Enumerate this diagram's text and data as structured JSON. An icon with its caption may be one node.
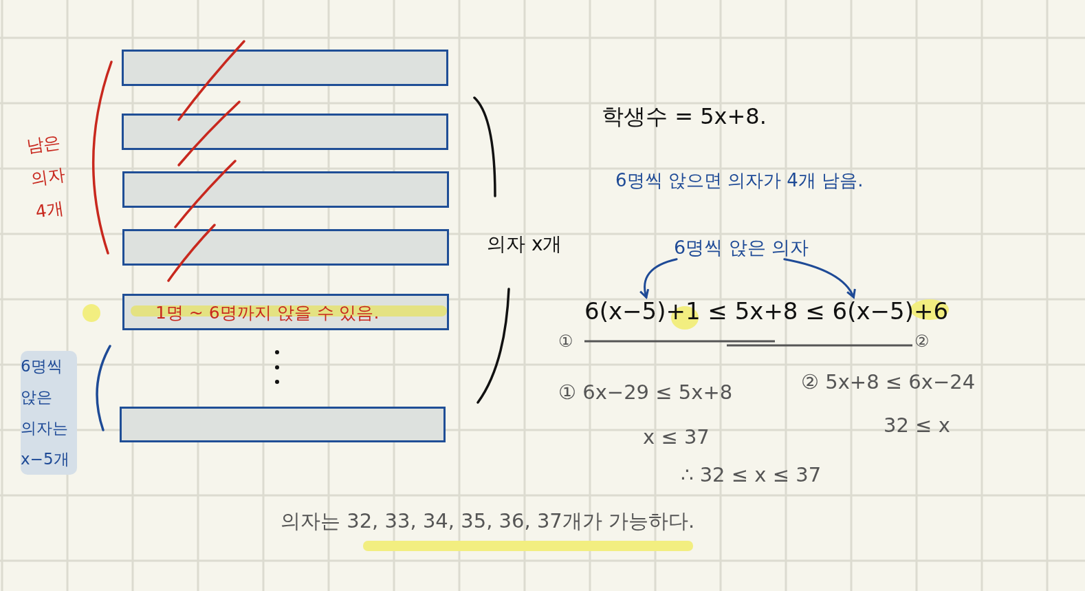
{
  "diagram": {
    "nodes": [
      {
        "text": [],
        "shape": "box"
      },
      {
        "text": [],
        "shape": "box"
      },
      {
        "text": [],
        "shape": "box"
      },
      {
        "text": [],
        "shape": "box"
      },
      {
        "text": [
          "1명 ~ 6명까지 앉을 수 있음."
        ]
      },
      {
        "text": [],
        "shape": "box"
      },
      {
        "text": [
          "6명씩 앉은 의자"
        ]
      },
      {
        "text": [
          "6(x−5)+1 ≤ 5x+8 ≤ 6(x−5)+6"
        ]
      }
    ],
    "edges": [
      {
        "from": 6,
        "to": 7,
        "arrow": "to"
      },
      {
        "from": 6,
        "to": 7,
        "arrow": "to"
      }
    ],
    "labels": [
      "남은 의자 4개",
      "6명씩 앉은 의자는 x−5개",
      "의자 x개",
      "학생수 = 5x+8.",
      "6명씩 앉으면 의자가 4개 남음.",
      "①",
      "②",
      "① 6x−29 ≤ 5x+8",
      "② 5x+8 ≤ 6x−24",
      "x ≤ 37",
      "32 ≤ x",
      "∴ 32 ≤ x ≤ 37",
      "의자는 32, 33, 34, 35, 36, 37개가 가능하다."
    ]
  }
}
